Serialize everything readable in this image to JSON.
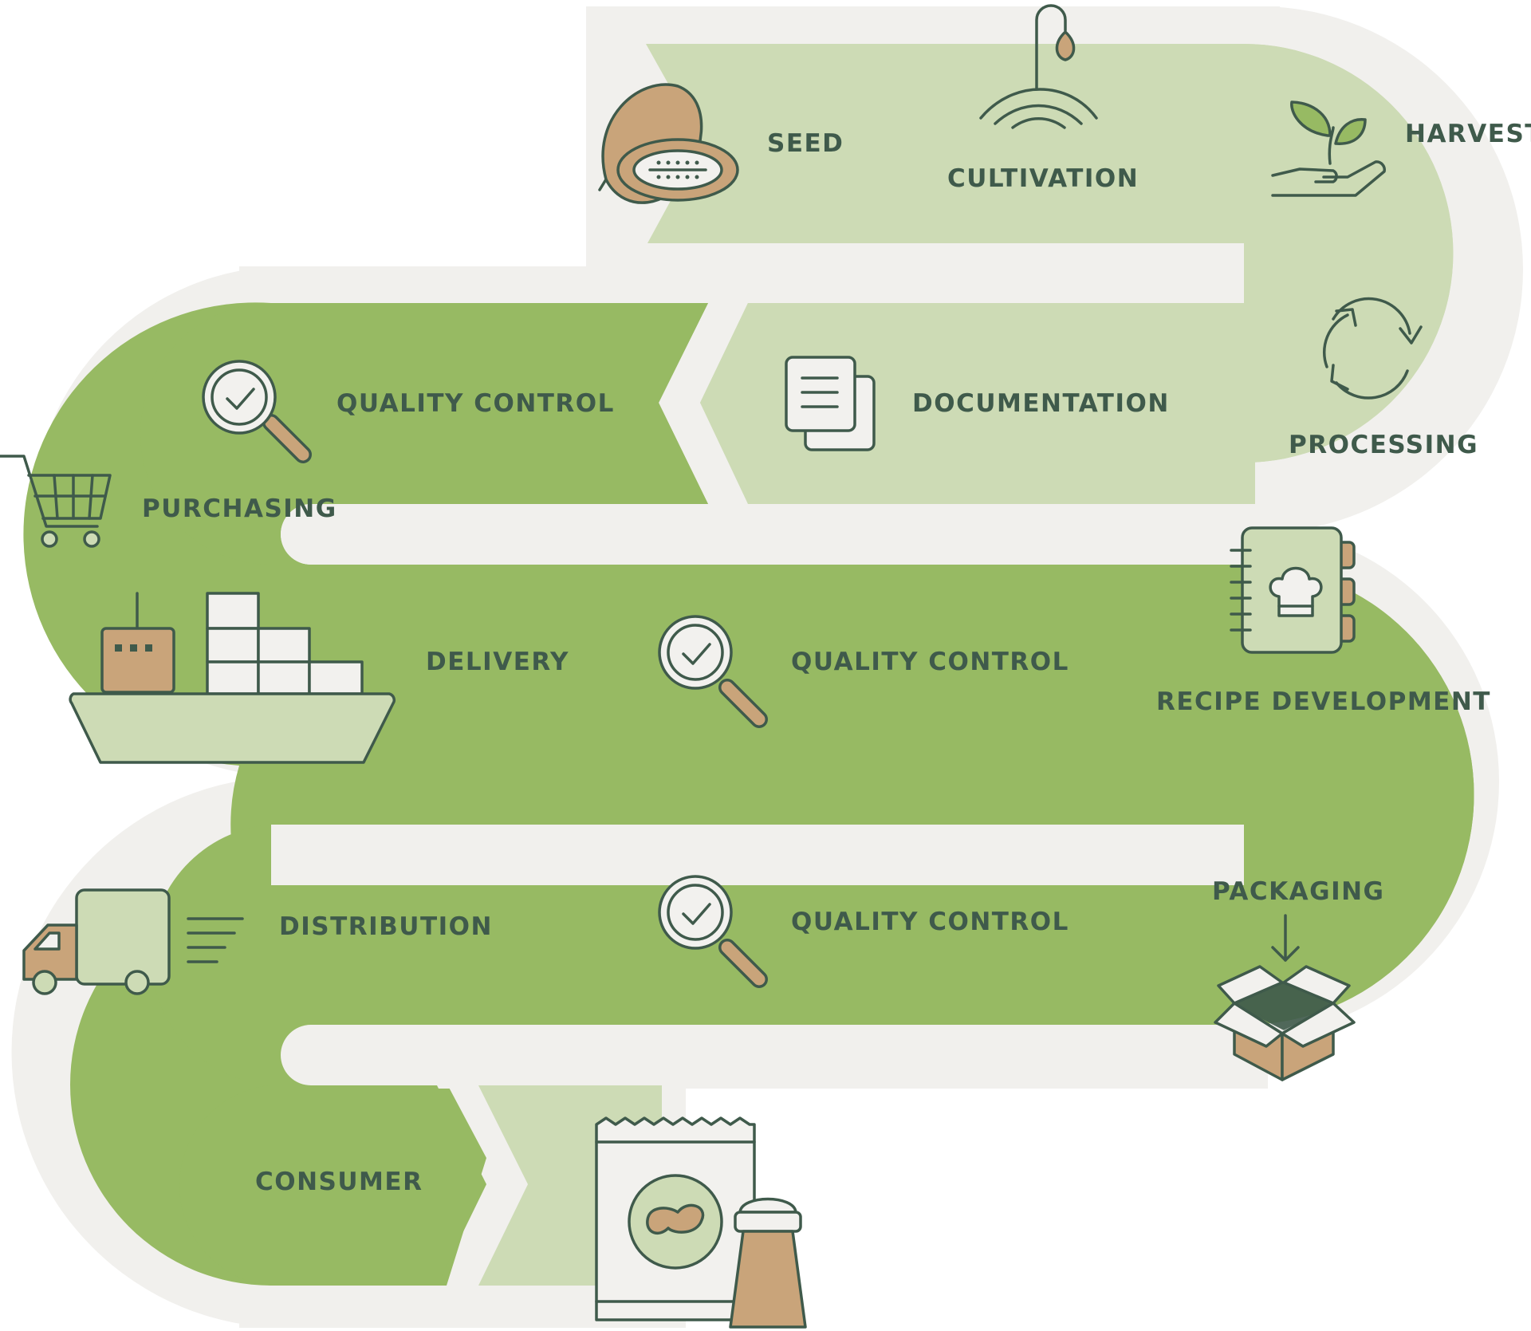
{
  "diagram": {
    "stages": [
      {
        "id": "seed",
        "label": "SEED",
        "icon": "cocoa-pod-icon"
      },
      {
        "id": "cultivation",
        "label": "CULTIVATION",
        "icon": "sprinkler-icon"
      },
      {
        "id": "harvest",
        "label": "HARVEST",
        "icon": "sprout-in-hand-icon"
      },
      {
        "id": "processing",
        "label": "PROCESSING",
        "icon": "recycle-arrows-icon"
      },
      {
        "id": "documentation",
        "label": "DOCUMENTATION",
        "icon": "documents-icon"
      },
      {
        "id": "quality_control_1",
        "label": "QUALITY CONTROL",
        "icon": "magnifier-check-icon"
      },
      {
        "id": "purchasing",
        "label": "PURCHASING",
        "icon": "shopping-cart-icon"
      },
      {
        "id": "delivery",
        "label": "DELIVERY",
        "icon": "cargo-ship-icon"
      },
      {
        "id": "quality_control_2",
        "label": "QUALITY CONTROL",
        "icon": "magnifier-check-icon"
      },
      {
        "id": "recipe_development",
        "label": "RECIPE DEVELOPMENT",
        "icon": "recipe-book-icon"
      },
      {
        "id": "packaging",
        "label": "PACKAGING",
        "icon": "open-box-icon"
      },
      {
        "id": "quality_control_3",
        "label": "QUALITY CONTROL",
        "icon": "magnifier-check-icon"
      },
      {
        "id": "distribution",
        "label": "DISTRIBUTION",
        "icon": "delivery-truck-icon"
      },
      {
        "id": "consumer",
        "label": "CONSUMER",
        "icon": "snack-bag-and-salt-icon"
      }
    ]
  },
  "colors": {
    "path_light": "#cddbb5",
    "path_dark": "#97ba63",
    "outline": "#f1f0ed",
    "ink": "#3f5a4b",
    "tan": "#c9a47a",
    "white": "#f2f1ee"
  }
}
